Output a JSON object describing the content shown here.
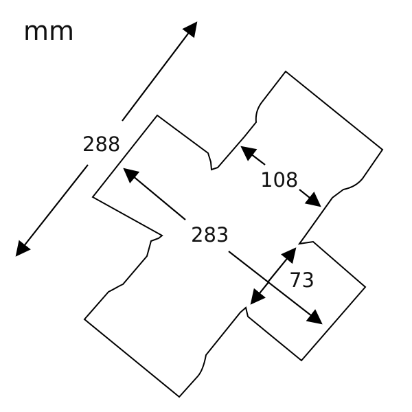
{
  "unit": "mm",
  "dimensions": {
    "overall_diagonal": "288",
    "length_283": "283",
    "width_108": "108",
    "width_73": "73"
  },
  "colors": {
    "line": "#000000",
    "background": "#ffffff"
  }
}
